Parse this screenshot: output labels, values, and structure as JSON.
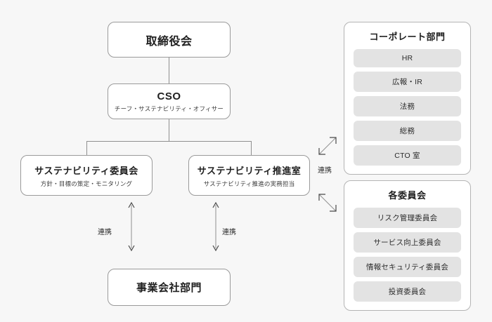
{
  "diagram": {
    "background_color": "#f7f7f7",
    "nodes": {
      "board": {
        "title": "取締役会"
      },
      "cso": {
        "title": "CSO",
        "subtitle": "チーフ・サステナビリティ・オフィサー"
      },
      "committee": {
        "title": "サステナビリティ委員会",
        "subtitle": "方針・目標の策定・モニタリング"
      },
      "office": {
        "title": "サステナビリティ推進室",
        "subtitle": "サステナビリティ推進の実務担当"
      },
      "business": {
        "title": "事業会社部門"
      }
    },
    "link_labels": {
      "left": "連携",
      "right": "連携",
      "side": "連携"
    },
    "panels": [
      {
        "key": "corporate",
        "title": "コーポレート部門",
        "items": [
          "HR",
          "広報・IR",
          "法務",
          "総務",
          "CTO 室"
        ]
      },
      {
        "key": "committees",
        "title": "各委員会",
        "items": [
          "リスク管理委員会",
          "サービス向上委員会",
          "情報セキュリティ委員会",
          "投資委員会"
        ]
      }
    ]
  }
}
